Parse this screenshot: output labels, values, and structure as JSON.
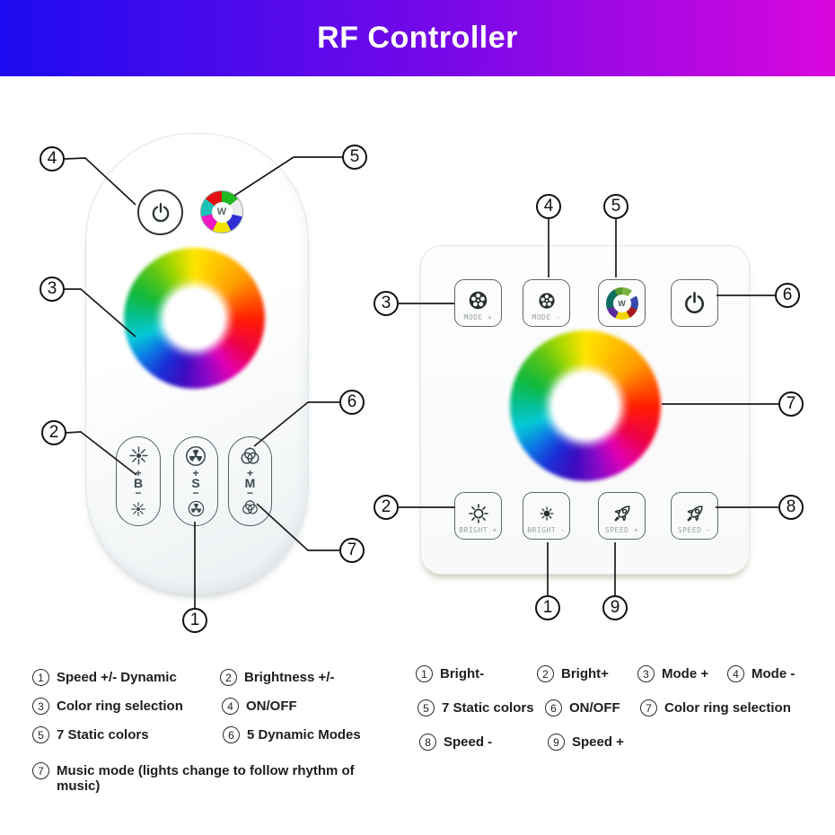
{
  "banner": {
    "title": "RF Controller",
    "gradient_left": "#1d0bf1",
    "gradient_right": "#d907dd"
  },
  "remote": {
    "color_wheel_letter": "W",
    "pills": [
      {
        "plus": "+",
        "letter": "B",
        "minus": "−"
      },
      {
        "plus": "+",
        "letter": "S",
        "minus": "−"
      },
      {
        "plus": "+",
        "letter": "M",
        "minus": "−"
      }
    ],
    "callouts": [
      {
        "num": "4"
      },
      {
        "num": "5"
      },
      {
        "num": "3"
      },
      {
        "num": "2"
      },
      {
        "num": "6"
      },
      {
        "num": "7"
      },
      {
        "num": "1"
      }
    ]
  },
  "panel": {
    "color_wheel_letter": "W",
    "buttons": [
      {
        "label": "MODE +",
        "icon": "film-reel"
      },
      {
        "label": "MODE -",
        "icon": "film-reel"
      },
      {
        "label": "",
        "icon": "color-wheel"
      },
      {
        "label": "",
        "icon": "power"
      },
      {
        "label": "BRIGHT +",
        "icon": "sun-outline"
      },
      {
        "label": "BRIGHT -",
        "icon": "sun-filled"
      },
      {
        "label": "SPEED +",
        "icon": "rocket"
      },
      {
        "label": "SPEED -",
        "icon": "rocket"
      }
    ],
    "callouts": [
      {
        "num": "3"
      },
      {
        "num": "4"
      },
      {
        "num": "5"
      },
      {
        "num": "6"
      },
      {
        "num": "7"
      },
      {
        "num": "2"
      },
      {
        "num": "8"
      },
      {
        "num": "1"
      },
      {
        "num": "9"
      }
    ]
  },
  "legend_left": {
    "items": [
      {
        "num": "1",
        "label": "Speed +/- Dynamic"
      },
      {
        "num": "2",
        "label": "Brightness +/-"
      },
      {
        "num": "3",
        "label": "Color ring selection"
      },
      {
        "num": "4",
        "label": "ON/OFF"
      },
      {
        "num": "5",
        "label": "7 Static colors"
      },
      {
        "num": "6",
        "label": "5 Dynamic Modes"
      },
      {
        "num": "7",
        "label": "Music mode (lights change to follow rhythm of music)"
      }
    ]
  },
  "legend_right": {
    "items": [
      {
        "num": "1",
        "label": "Bright-"
      },
      {
        "num": "2",
        "label": "Bright+"
      },
      {
        "num": "3",
        "label": "Mode +"
      },
      {
        "num": "4",
        "label": "Mode -"
      },
      {
        "num": "5",
        "label": "7 Static colors"
      },
      {
        "num": "6",
        "label": "ON/OFF"
      },
      {
        "num": "7",
        "label": "Color ring selection"
      },
      {
        "num": "8",
        "label": "Speed -"
      },
      {
        "num": "9",
        "label": "Speed +"
      }
    ]
  }
}
